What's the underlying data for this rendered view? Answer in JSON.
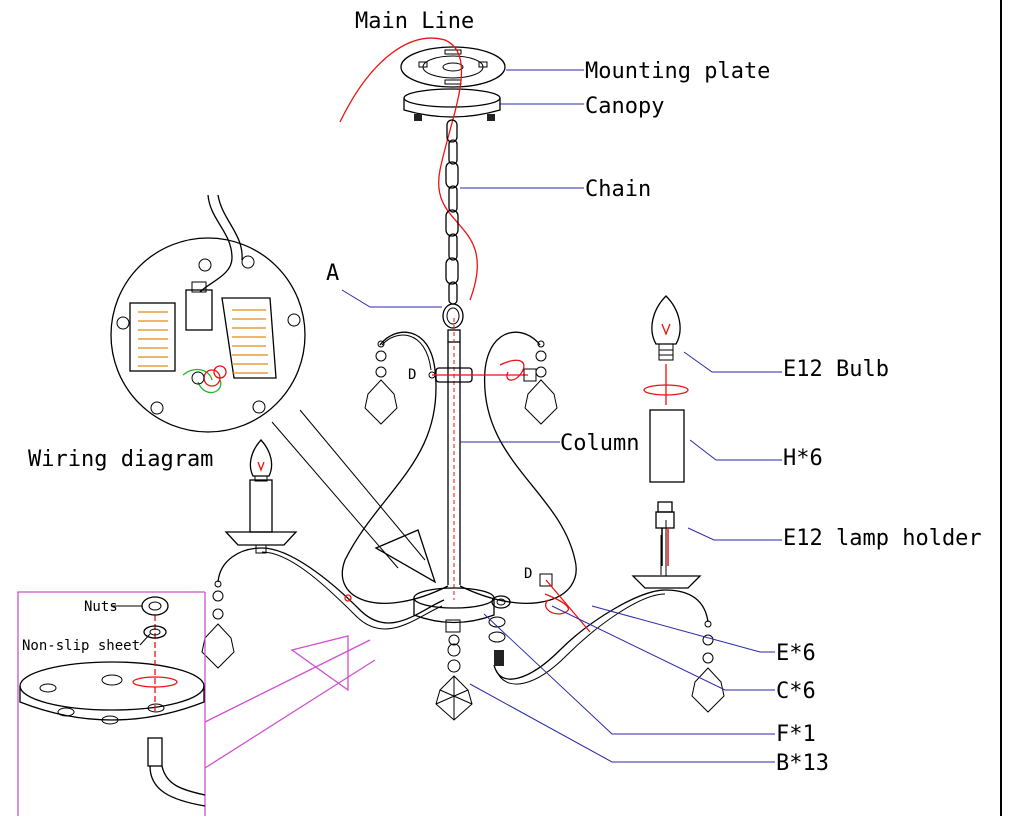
{
  "labels": {
    "main_line": "Main Line",
    "mounting_plate": "Mounting plate",
    "canopy": "Canopy",
    "chain": "Chain",
    "a": "A",
    "d_left": "D",
    "d_right": "D",
    "wiring_diagram": "Wiring diagram",
    "column": "Column",
    "e12_bulb": "E12 Bulb",
    "h6": "H*6",
    "e12_lamp_holder": "E12 lamp holder",
    "nuts": "Nuts",
    "non_slip_sheet": "Non-slip sheet",
    "e6": "E*6",
    "c6": "C*6",
    "f1": "F*1",
    "b13": "B*13"
  },
  "colors": {
    "leader": "#2a2aa8",
    "wire": "#e11111",
    "ground": "#22bb22",
    "inset_frame": "#d050d0",
    "terminal": "#e08a1a"
  }
}
